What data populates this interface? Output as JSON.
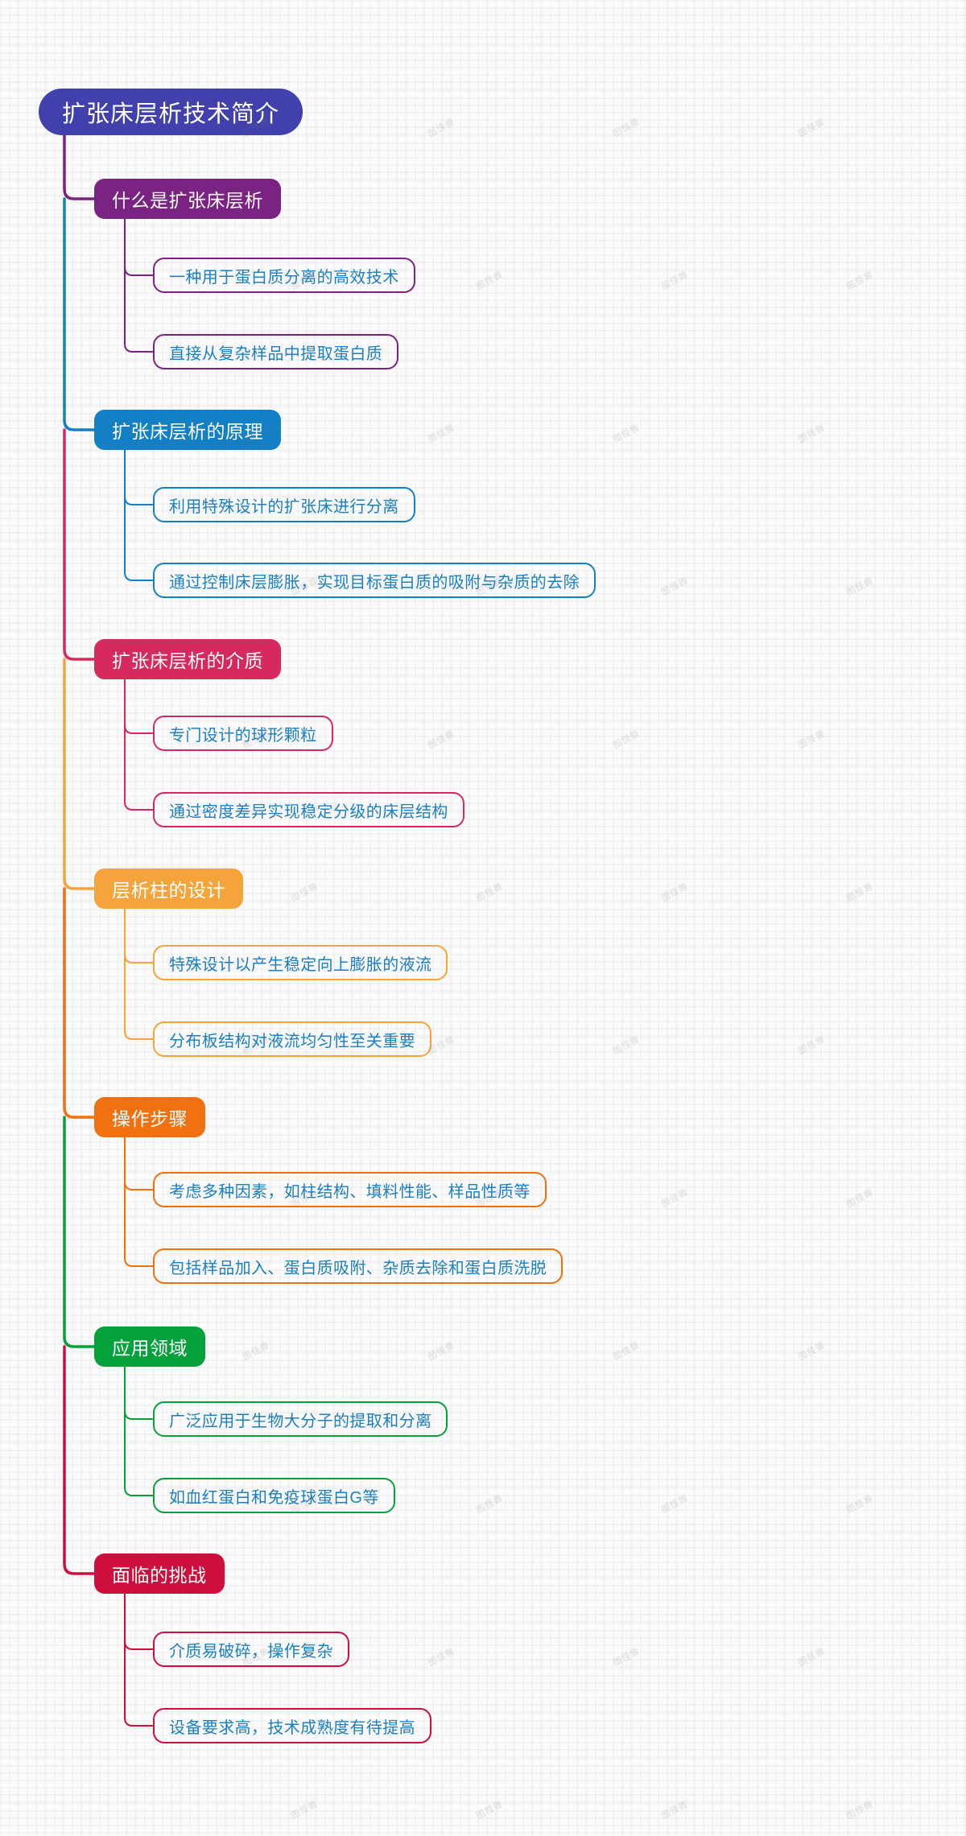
{
  "title": "扩张床层析技术简介",
  "watermark": "图怪兽",
  "colors": {
    "root": "#4240ad",
    "branch1": "#7b2382",
    "branch2": "#1380c6",
    "branch3": "#d62a5e",
    "branch4": "#f5a43c",
    "branch5": "#f0710f",
    "branch6": "#05a23c",
    "branch7": "#ce0e3c",
    "leaf_text": "#1a7fc4",
    "background": "#fafafa"
  },
  "root": {
    "label": "扩张床层析技术简介"
  },
  "branches": [
    {
      "label": "什么是扩张床层析",
      "color": "#7b2382",
      "leaves": [
        {
          "label": "一种用于蛋白质分离的高效技术"
        },
        {
          "label": "直接从复杂样品中提取蛋白质"
        }
      ]
    },
    {
      "label": "扩张床层析的原理",
      "color": "#1380c6",
      "leaves": [
        {
          "label": "利用特殊设计的扩张床进行分离"
        },
        {
          "label": "通过控制床层膨胀，实现目标蛋白质的吸附与杂质的去除"
        }
      ]
    },
    {
      "label": "扩张床层析的介质",
      "color": "#d62a5e",
      "leaves": [
        {
          "label": "专门设计的球形颗粒"
        },
        {
          "label": "通过密度差异实现稳定分级的床层结构"
        }
      ]
    },
    {
      "label": "层析柱的设计",
      "color": "#f5a43c",
      "leaves": [
        {
          "label": "特殊设计以产生稳定向上膨胀的液流"
        },
        {
          "label": "分布板结构对液流均匀性至关重要"
        }
      ]
    },
    {
      "label": "操作步骤",
      "color": "#f0710f",
      "leaves": [
        {
          "label": "考虑多种因素，如柱结构、填料性能、样品性质等"
        },
        {
          "label": "包括样品加入、蛋白质吸附、杂质去除和蛋白质洗脱"
        }
      ]
    },
    {
      "label": "应用领域",
      "color": "#05a23c",
      "leaves": [
        {
          "label": "广泛应用于生物大分子的提取和分离"
        },
        {
          "label": "如血红蛋白和免疫球蛋白G等"
        }
      ]
    },
    {
      "label": "面临的挑战",
      "color": "#ce0e3c",
      "leaves": [
        {
          "label": "介质易破碎，操作复杂"
        },
        {
          "label": "设备要求高，技术成熟度有待提高"
        }
      ]
    }
  ]
}
